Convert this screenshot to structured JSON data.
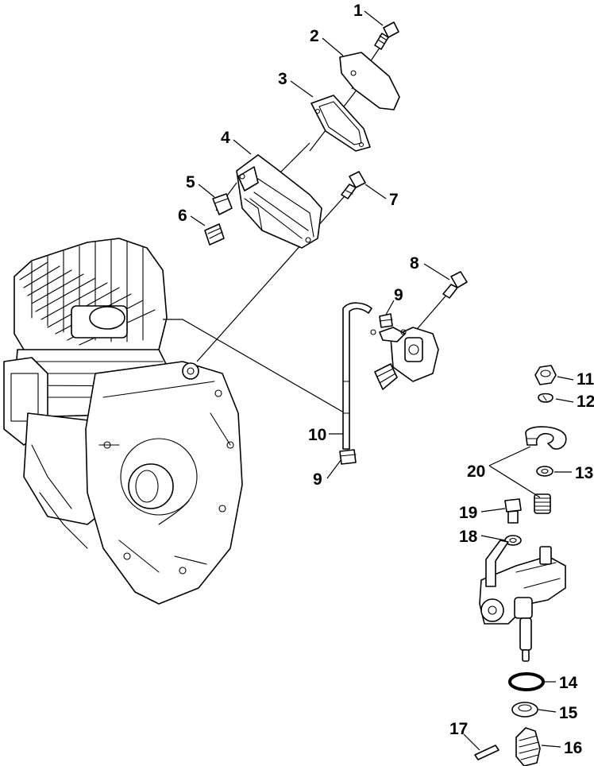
{
  "diagram": {
    "callouts": [
      "1",
      "2",
      "3",
      "4",
      "5",
      "6",
      "7",
      "8",
      "9",
      "10",
      "9",
      "11",
      "12",
      "20",
      "13",
      "19",
      "18",
      "14",
      "15",
      "17",
      "16"
    ]
  }
}
